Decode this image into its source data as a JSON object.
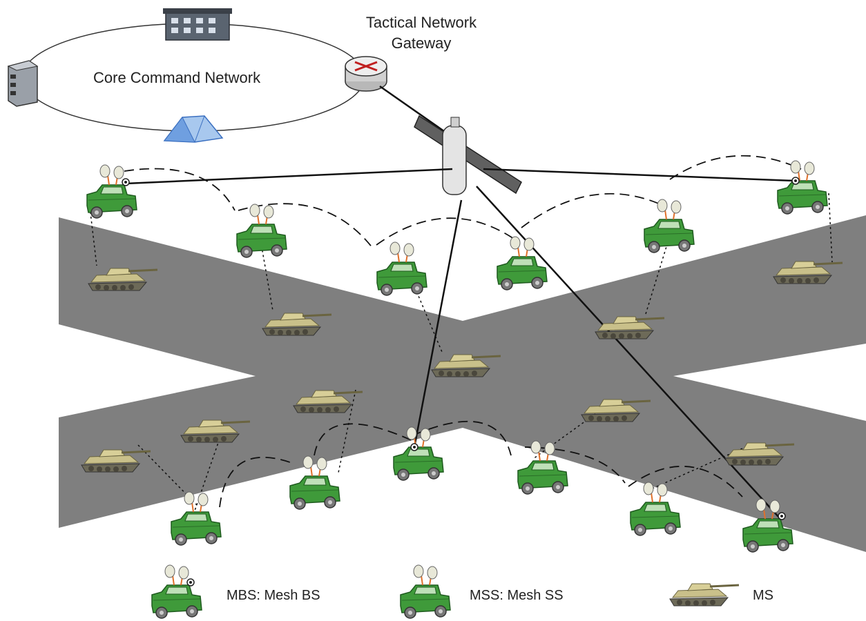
{
  "core_network": {
    "label": "Core Command Network"
  },
  "gateway": {
    "label_line1": "Tactical Network",
    "label_line2": "Gateway"
  },
  "legend": {
    "mbs": "MBS: Mesh BS",
    "mss": "MSS: Mesh SS",
    "ms": "MS"
  },
  "colors": {
    "road": "#7f7f7f",
    "vehicle_green": "#3f9a3a",
    "tank_tan": "#c9c08a",
    "network_blue": "#4a7fd0"
  },
  "icons": [
    "building-icon",
    "server-icon",
    "tent-icon",
    "router-icon",
    "satellite-icon",
    "truck-icon",
    "tank-icon",
    "dish-antenna-icon"
  ]
}
